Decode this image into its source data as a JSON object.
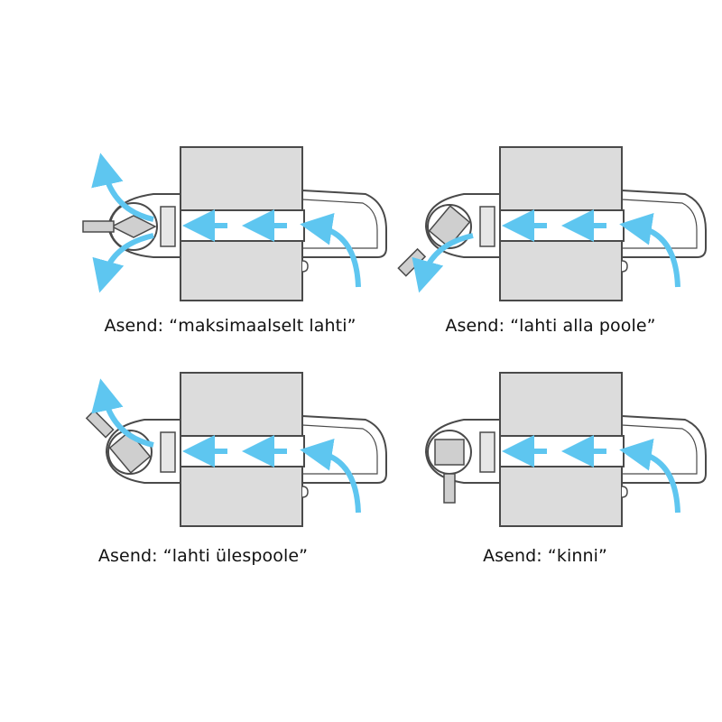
{
  "colors": {
    "wall": "#dcdcdc",
    "outline": "#4a4a4a",
    "arrow": "#5ec6f0",
    "channel": "#ffffff"
  },
  "panels": [
    {
      "caption": "Asend: “maksimaalselt lahti”",
      "valve_state": "fully-open"
    },
    {
      "caption": "Asend: “lahti alla poole”",
      "valve_state": "open-down"
    },
    {
      "caption": "Asend: “lahti ülespoole”",
      "valve_state": "open-up"
    },
    {
      "caption": "Asend: “kinni”",
      "valve_state": "closed"
    }
  ]
}
